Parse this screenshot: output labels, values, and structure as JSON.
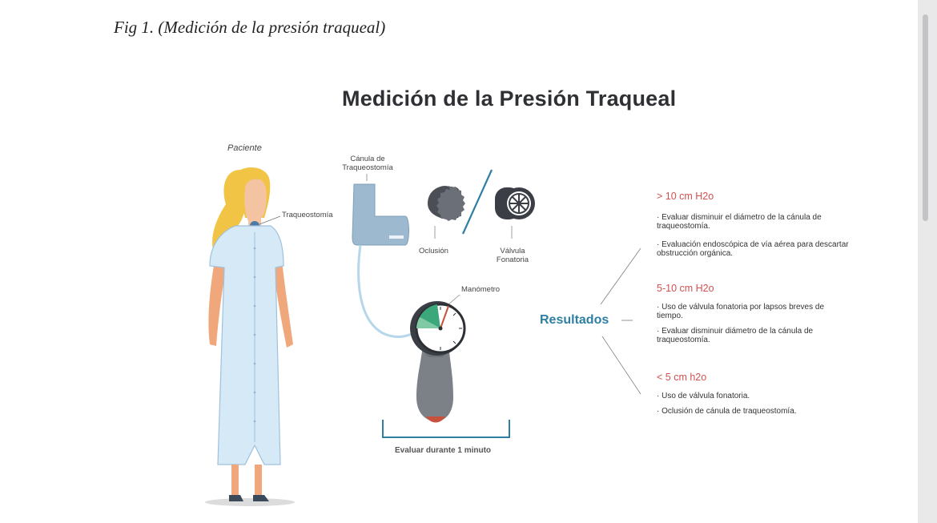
{
  "caption": "Fig 1. (Medición de la presión traqueal)",
  "title": "Medición de la Presión Traqueal",
  "labels": {
    "paciente": "Paciente",
    "traqueostomia": "Traqueostomía",
    "canula_line1": "Cánula de",
    "canula_line2": "Traqueostomía",
    "oclusion": "Oclusión",
    "valvula_line1": "Válvula",
    "valvula_line2": "Fonatoria",
    "manometro": "Manómetro",
    "evaluar": "Evaluar durante 1 minuto"
  },
  "resultados": "Resultados",
  "results": [
    {
      "heading": "> 10 cm H2o",
      "items": [
        "· Evaluar disminuir el diámetro de la cánula de traqueostomía.",
        "· Evaluación endoscópica de vía aérea para descartar obstrucción orgánica."
      ]
    },
    {
      "heading": "5-10 cm H2o",
      "items": [
        "· Uso de válvula fonatoria por lapsos breves de tiempo.",
        "· Evaluar disminuir diámetro de la cánula de traqueostomía."
      ]
    },
    {
      "heading": "< 5 cm h2o",
      "items": [
        "· Uso de válvula fonatoria.",
        "· Oclusión de cánula de traqueostomía."
      ]
    }
  ],
  "colors": {
    "accent_blue": "#2f7fa3",
    "result_red": "#d35050",
    "gown": "#d6e9f6",
    "hair": "#f2c445",
    "device_blue": "#9cb9cf",
    "gauge_green": "#3aa87a"
  }
}
